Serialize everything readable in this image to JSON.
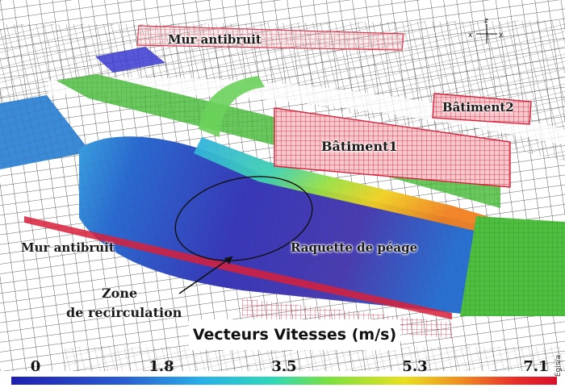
{
  "labels": {
    "mur_antibruit_top": "Mur antibruit",
    "batiment2": "Bâtiment2",
    "batiment1": "Bâtiment1",
    "mur_antibruit_left": "Mur antibruit",
    "raquette": "Raquette de péage",
    "zone_line1": "Zone",
    "zone_line2": "de recirculation"
  },
  "axes_glyph": {
    "x_left": "x",
    "z": "z",
    "x_right": "x"
  },
  "legend": {
    "title": "Vecteurs Vitesses (m/s)",
    "ticks": [
      "0",
      "1.8",
      "3.5",
      "5.3",
      "7.1"
    ],
    "colors": [
      "#1f1fb0",
      "#28b0e8",
      "#7ae040",
      "#e8e020",
      "#d8102a"
    ]
  },
  "credit": "Egis/a"
}
